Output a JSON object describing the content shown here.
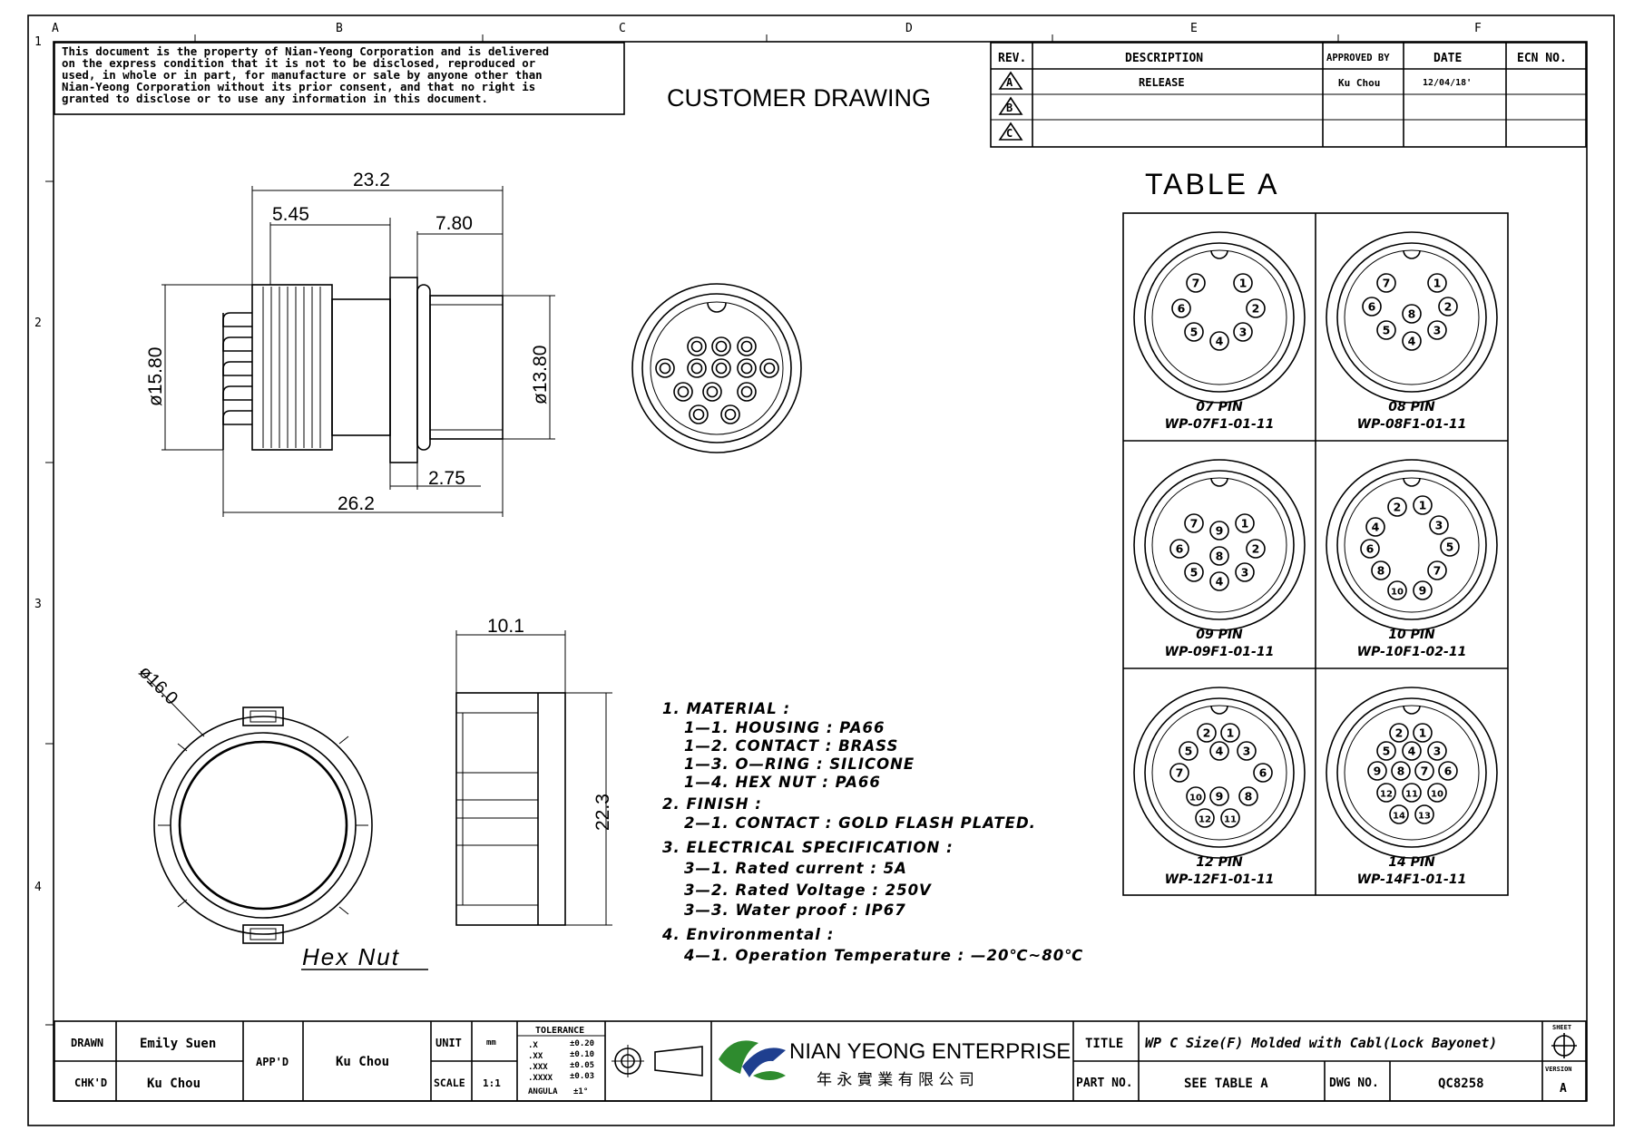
{
  "frame": {
    "zone_letters": [
      "A",
      "B",
      "C",
      "D",
      "E",
      "F"
    ],
    "zone_numbers": [
      "1",
      "2",
      "3",
      "4"
    ]
  },
  "notice": [
    "This document is the property of Nian-Yeong Corporation and is delivered",
    "on the express condition that it is not to be disclosed, reproduced or",
    "used, in whole or in part, for manufacture or sale by anyone other than",
    "Nian-Yeong Corporation without its prior consent, and that no right is",
    "granted to disclose or to use any information in this document."
  ],
  "drawing_title": "CUSTOMER DRAWING",
  "revision_table": {
    "headers": [
      "REV.",
      "DESCRIPTION",
      "APPROVED BY",
      "DATE",
      "ECN NO."
    ],
    "rows": [
      {
        "rev": "A",
        "description": "RELEASE",
        "approved": "Ku Chou",
        "date": "12/04/18'",
        "ecn": ""
      },
      {
        "rev": "B",
        "description": "",
        "approved": "",
        "date": "",
        "ecn": ""
      },
      {
        "rev": "C",
        "description": "",
        "approved": "",
        "date": "",
        "ecn": ""
      }
    ]
  },
  "dimensions": {
    "overall_length": "23.2",
    "thread_length": "5.45",
    "front_length": "7.80",
    "thread_diameter": "ø15.80",
    "front_diameter": "ø13.80",
    "flange_width": "2.75",
    "total_length": "26.2",
    "nut_width": "10.1",
    "nut_diameter": "ø16.0",
    "nut_height": "22.3"
  },
  "hex_nut_label": "Hex Nut",
  "spec_notes": [
    "1. MATERIAL :",
    "1—1. HOUSING : PA66",
    "1—2. CONTACT : BRASS",
    "1—3. O—RING : SILICONE",
    "1—4. HEX NUT : PA66",
    "2. FINISH :",
    "2—1. CONTACT : GOLD FLASH PLATED.",
    "3. ELECTRICAL SPECIFICATION :",
    "3—1. Rated current : 5A",
    "3—2. Rated Voltage : 250V",
    "3—3. Water proof : IP67",
    "4. Environmental :",
    "4—1. Operation Temperature : —20℃~80℃"
  ],
  "table_a": {
    "title": "TABLE A",
    "cells": [
      {
        "pins": "07 PIN",
        "part": "WP-07F1-01-11",
        "numbers": [
          "7",
          "1",
          "6",
          "2",
          "5",
          "4",
          "3"
        ]
      },
      {
        "pins": "08 PIN",
        "part": "WP-08F1-01-11",
        "numbers": [
          "7",
          "1",
          "6",
          "8",
          "2",
          "5",
          "4",
          "3"
        ]
      },
      {
        "pins": "09 PIN",
        "part": "WP-09F1-01-11",
        "numbers": [
          "7",
          "9",
          "1",
          "6",
          "8",
          "2",
          "5",
          "4",
          "3"
        ]
      },
      {
        "pins": "10 PIN",
        "part": "WP-10F1-02-11",
        "numbers": [
          "2",
          "1",
          "4",
          "3",
          "6",
          "5",
          "8",
          "7",
          "10",
          "9"
        ]
      },
      {
        "pins": "12 PIN",
        "part": "WP-12F1-01-11",
        "numbers": [
          "2",
          "1",
          "5",
          "4",
          "3",
          "7",
          "6",
          "10",
          "9",
          "8",
          "12",
          "11"
        ]
      },
      {
        "pins": "14 PIN",
        "part": "WP-14F1-01-11",
        "numbers": [
          "2",
          "1",
          "5",
          "4",
          "3",
          "9",
          "8",
          "7",
          "6",
          "12",
          "11",
          "10",
          "14",
          "13"
        ]
      }
    ]
  },
  "title_block": {
    "drawn_label": "DRAWN",
    "drawn_value": "Emily Suen",
    "chkd_label": "CHK'D",
    "chkd_value": "Ku Chou",
    "appd_label": "APP'D",
    "appd_value": "Ku Chou",
    "unit_label": "UNIT",
    "unit_value": "mm",
    "scale_label": "SCALE",
    "scale_value": "1:1",
    "tolerance_title": "TOLERANCE",
    "tolerance_rows": [
      {
        "k": ".X",
        "v": "±0.20"
      },
      {
        "k": ".XX",
        "v": "±0.10"
      },
      {
        "k": ".XXX",
        "v": "±0.05"
      },
      {
        "k": ".XXXX",
        "v": "±0.03"
      },
      {
        "k": "ANGULA",
        "v": "±1°"
      }
    ],
    "company_name": "NIAN YEONG ENTERPRISE",
    "company_chinese": "年 永 實 業 有 限 公 司",
    "title_label": "TITLE",
    "title_value": "WP C Size(F) Molded with Cabl(Lock Bayonet)",
    "partno_label": "PART NO.",
    "partno_value": "SEE TABLE A",
    "dwgno_label": "DWG NO.",
    "dwgno_value": "QC8258",
    "sheet_label": "SHEET",
    "version_label": "VERSION",
    "version_value": "A"
  },
  "colors": {
    "line": "#000000",
    "logo_green": "#2e8b2e",
    "logo_blue": "#1f3f8f"
  }
}
